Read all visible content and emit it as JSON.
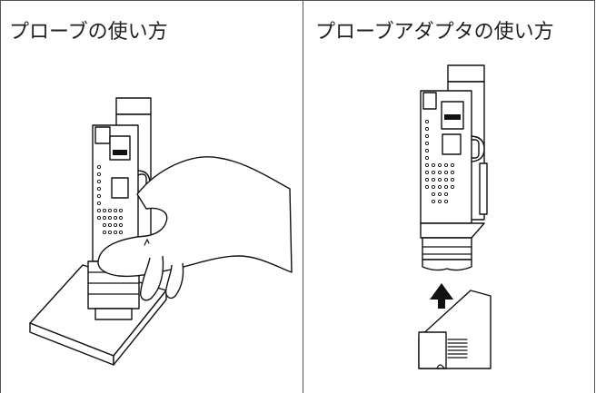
{
  "panels": {
    "left": {
      "title": "プローブの使い方"
    },
    "right": {
      "title": "プローブアダプタの使い方"
    }
  },
  "icons": {
    "left_illustration": "hand-holding-probe-illustration",
    "right_illustration": "probe-adapter-illustration",
    "arrow": "arrow-up-icon"
  },
  "colors": {
    "border": "#555555",
    "text": "#231f20",
    "line_art": "#111111"
  }
}
